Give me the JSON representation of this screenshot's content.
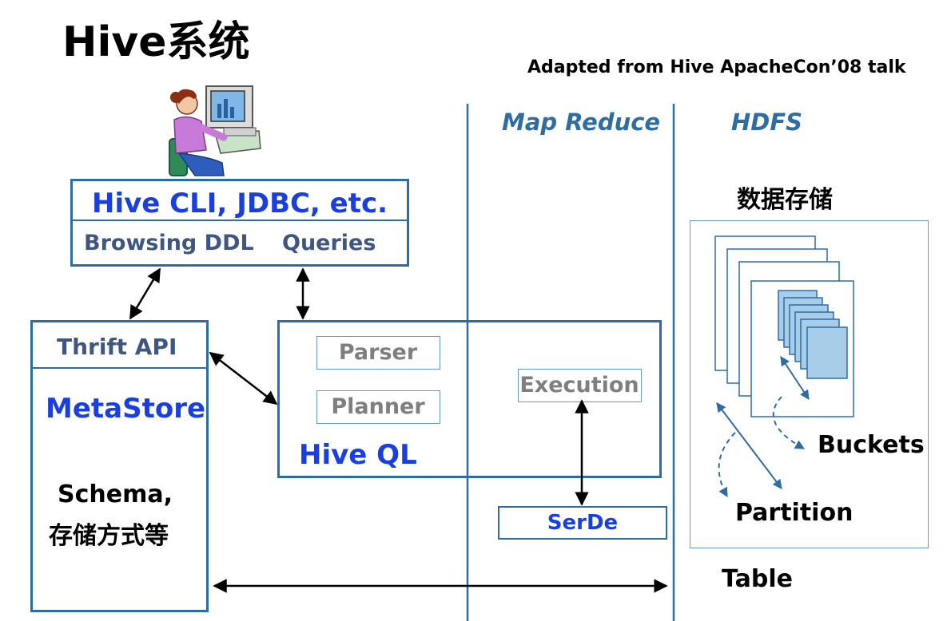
{
  "title": "Hive系统",
  "subtitle": "Adapted from Hive ApacheCon’08  talk",
  "columns": {
    "mapreduce": "Map Reduce",
    "hdfs": "HDFS"
  },
  "client": {
    "title": "Hive CLI, JDBC, etc.",
    "browsing": "Browsing DDL",
    "queries": "Queries"
  },
  "metastore": {
    "thrift": "Thrift API",
    "name": "MetaStore",
    "schema": "Schema,",
    "storage": "存储方式等"
  },
  "hiveql": {
    "parser": "Parser",
    "planner": "Planner",
    "label": "Hive QL",
    "execution": "Execution"
  },
  "serde": "SerDe",
  "hdfs": {
    "storage_label": "数据存储",
    "buckets": "Buckets",
    "partition": "Partition",
    "table": "Table"
  },
  "icons": {
    "user": "user-at-computer-icon"
  }
}
